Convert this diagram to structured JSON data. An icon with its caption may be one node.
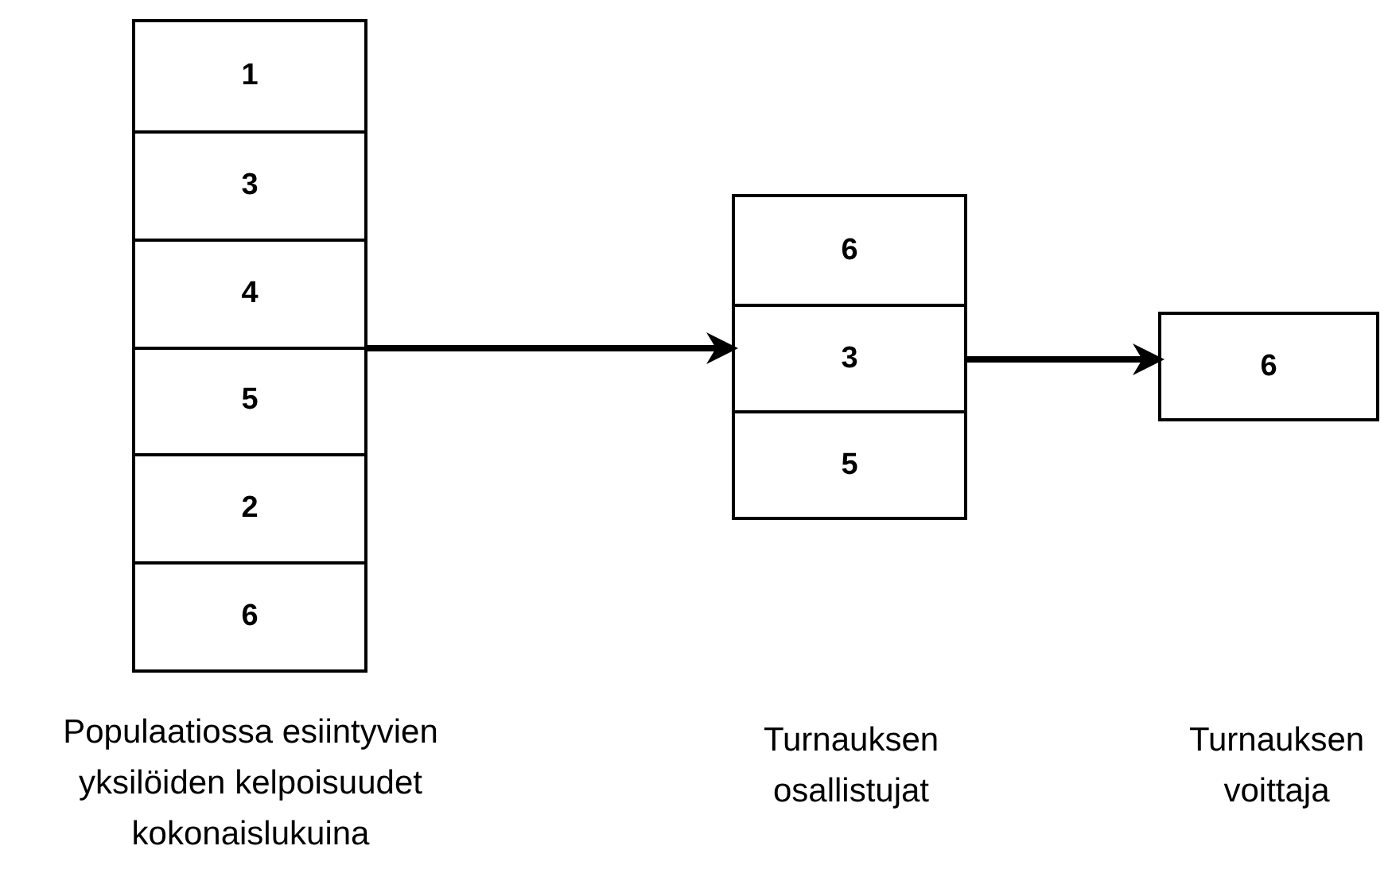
{
  "diagram": {
    "nodes": [
      {
        "text": [],
        "shape": "box"
      },
      {
        "text": [
          "1"
        ],
        "in": 0
      },
      {
        "text": [
          "3"
        ],
        "in": 0
      },
      {
        "text": [
          "4"
        ],
        "in": 0
      },
      {
        "text": [
          "5"
        ],
        "in": 0
      },
      {
        "text": [
          "2"
        ],
        "in": 0
      },
      {
        "text": [
          "6"
        ],
        "in": 0
      },
      {
        "text": [],
        "shape": "box"
      },
      {
        "text": [
          "6"
        ],
        "in": 7
      },
      {
        "text": [
          "3"
        ],
        "in": 7
      },
      {
        "text": [
          "5"
        ],
        "in": 7
      },
      {
        "text": [
          "6"
        ]
      }
    ],
    "edges": [
      {
        "from": 0,
        "to": 7,
        "arrow": "to"
      },
      {
        "from": 7,
        "to": 11,
        "arrow": "to"
      }
    ],
    "labels": [
      "Populaatiossa esiintyvien yksilöiden kelpoisuudet kokonaislukuina",
      "Turnauksen osallistujat",
      "Turnauksen voittaja"
    ]
  }
}
